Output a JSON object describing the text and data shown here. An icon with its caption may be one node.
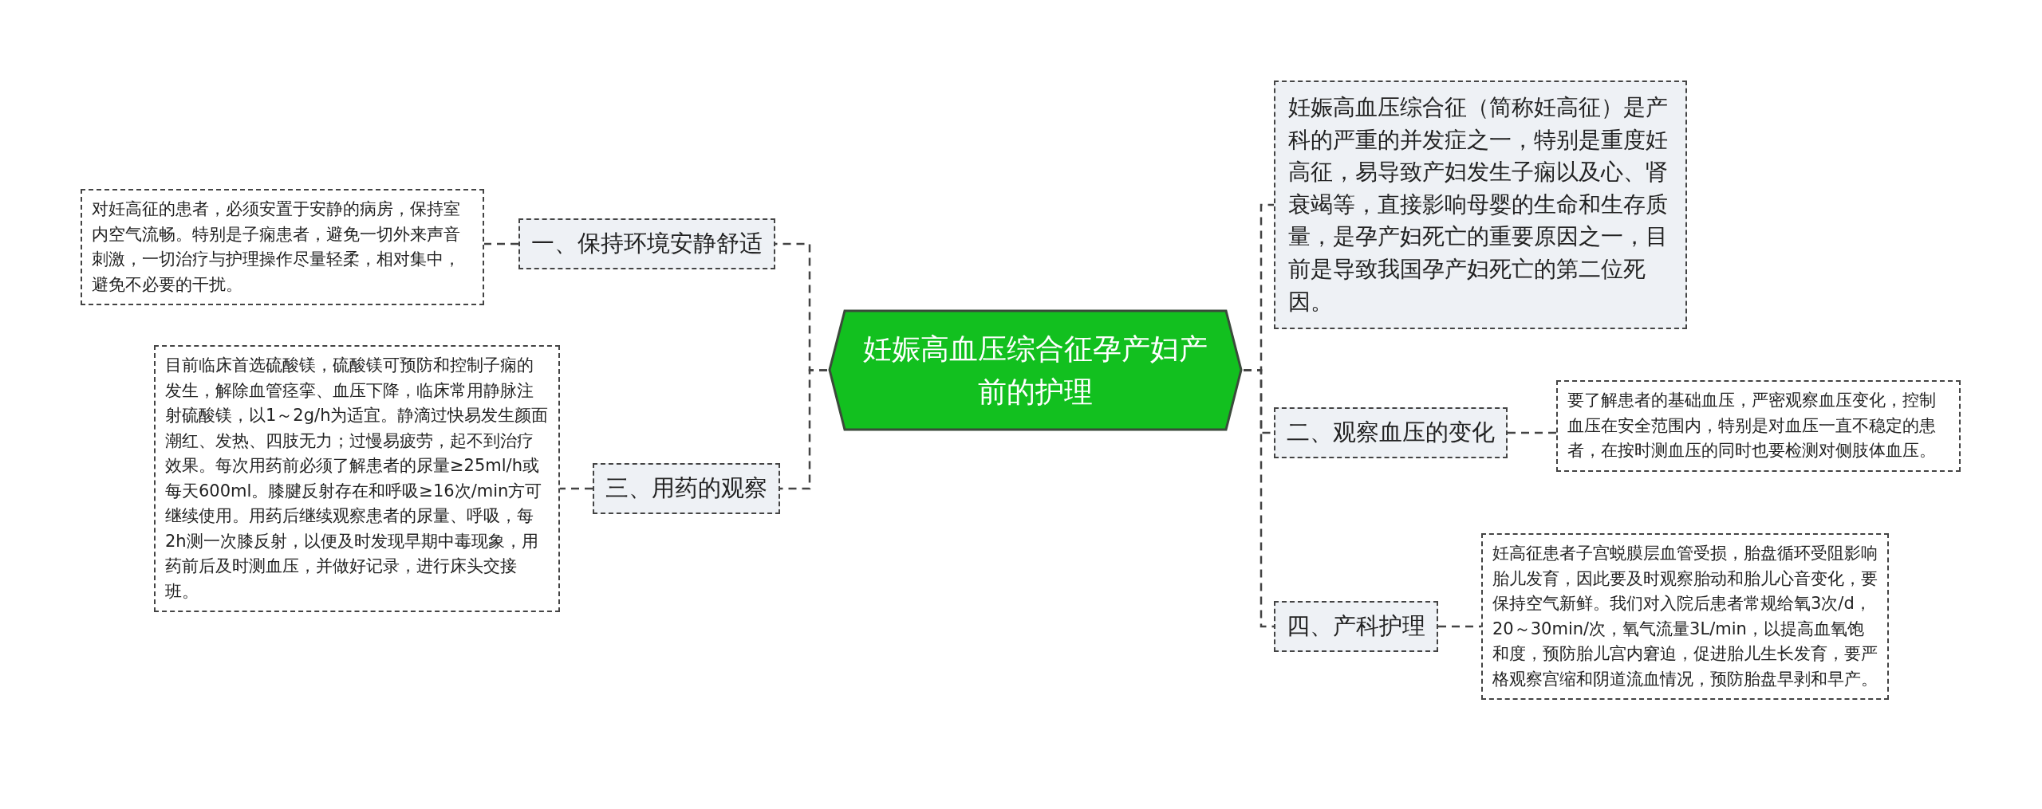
{
  "diagram": {
    "nodes": [
      {
        "text": [
          "妊娠高血压综合征孕产妇产前的护理"
        ]
      },
      {
        "text": [
          "妊娠高血压综合征（简称妊高征）是产科的严重的并发症之一，特别是重度妊高征，易导致产妇发生子痫以及心、肾衰竭等，直接影响母婴的生命和生存质量，是孕产妇死亡的重要原因之一，目前是导致我国孕产妇死亡的第二位死因。"
        ]
      },
      {
        "text": [
          "二、观察血压的变化"
        ]
      },
      {
        "text": [
          "要了解患者的基础血压，严密观察血压变化，控制血压在安全范围内，特别是对血压一直不稳定的患者，在按时测血压的同时也要检测对侧肢体血压。"
        ]
      },
      {
        "text": [
          "四、产科护理"
        ]
      },
      {
        "text": [
          "妊高征患者子宫蜕膜层血管受损，胎盘循环受阻影响胎儿发育，因此要及时观察胎动和胎儿心音变化，要保持空气新鲜。我们对入院后患者常规给氧3次/d，20～30min/次，氧气流量3L/min，以提高血氧饱和度，预防胎儿宫内窘迫，促进胎儿生长发育，要严格观察宫缩和阴道流血情况，预防胎盘早剥和早产。"
        ]
      },
      {
        "text": [
          "一、保持环境安静舒适"
        ]
      },
      {
        "text": [
          "对妊高征的患者，必须安置于安静的病房，保持室内空气流畅。特别是子痫患者，避免一切外来声音刺激，一切治疗与护理操作尽量轻柔，相对集中，避免不必要的干扰。"
        ]
      },
      {
        "text": [
          "三、用药的观察"
        ]
      },
      {
        "text": [
          "目前临床首选硫酸镁，硫酸镁可预防和控制子痫的发生，解除血管痉挛、血压下降，临床常用静脉注射硫酸镁，以1～2g/h为适宜。静滴过快易发生颜面潮红、发热、四肢无力；过慢易疲劳，起不到治疗效果。每次用药前必须了解患者的尿量≥25ml/h或每天600ml。膝腱反射存在和呼吸≥16次/min方可继续使用。用药后继续观察患者的尿量、呼吸，每2h测一次膝反射，以便及时发现早期中毒现象，用药前后及时测血压，并做好记录，进行床头交接班。"
        ]
      }
    ],
    "edges": [
      {
        "from": 0,
        "to": 1,
        "arrow": "none",
        "style": "dashed"
      },
      {
        "from": 0,
        "to": 2,
        "arrow": "none",
        "style": "dashed"
      },
      {
        "from": 2,
        "to": 3,
        "arrow": "none",
        "style": "dashed"
      },
      {
        "from": 0,
        "to": 4,
        "arrow": "none",
        "style": "dashed"
      },
      {
        "from": 4,
        "to": 5,
        "arrow": "none",
        "style": "dashed"
      },
      {
        "from": 0,
        "to": 6,
        "arrow": "none",
        "style": "dashed"
      },
      {
        "from": 6,
        "to": 7,
        "arrow": "none",
        "style": "dashed"
      },
      {
        "from": 0,
        "to": 8,
        "arrow": "none",
        "style": "dashed"
      },
      {
        "from": 8,
        "to": 9,
        "arrow": "none",
        "style": "dashed"
      }
    ]
  }
}
